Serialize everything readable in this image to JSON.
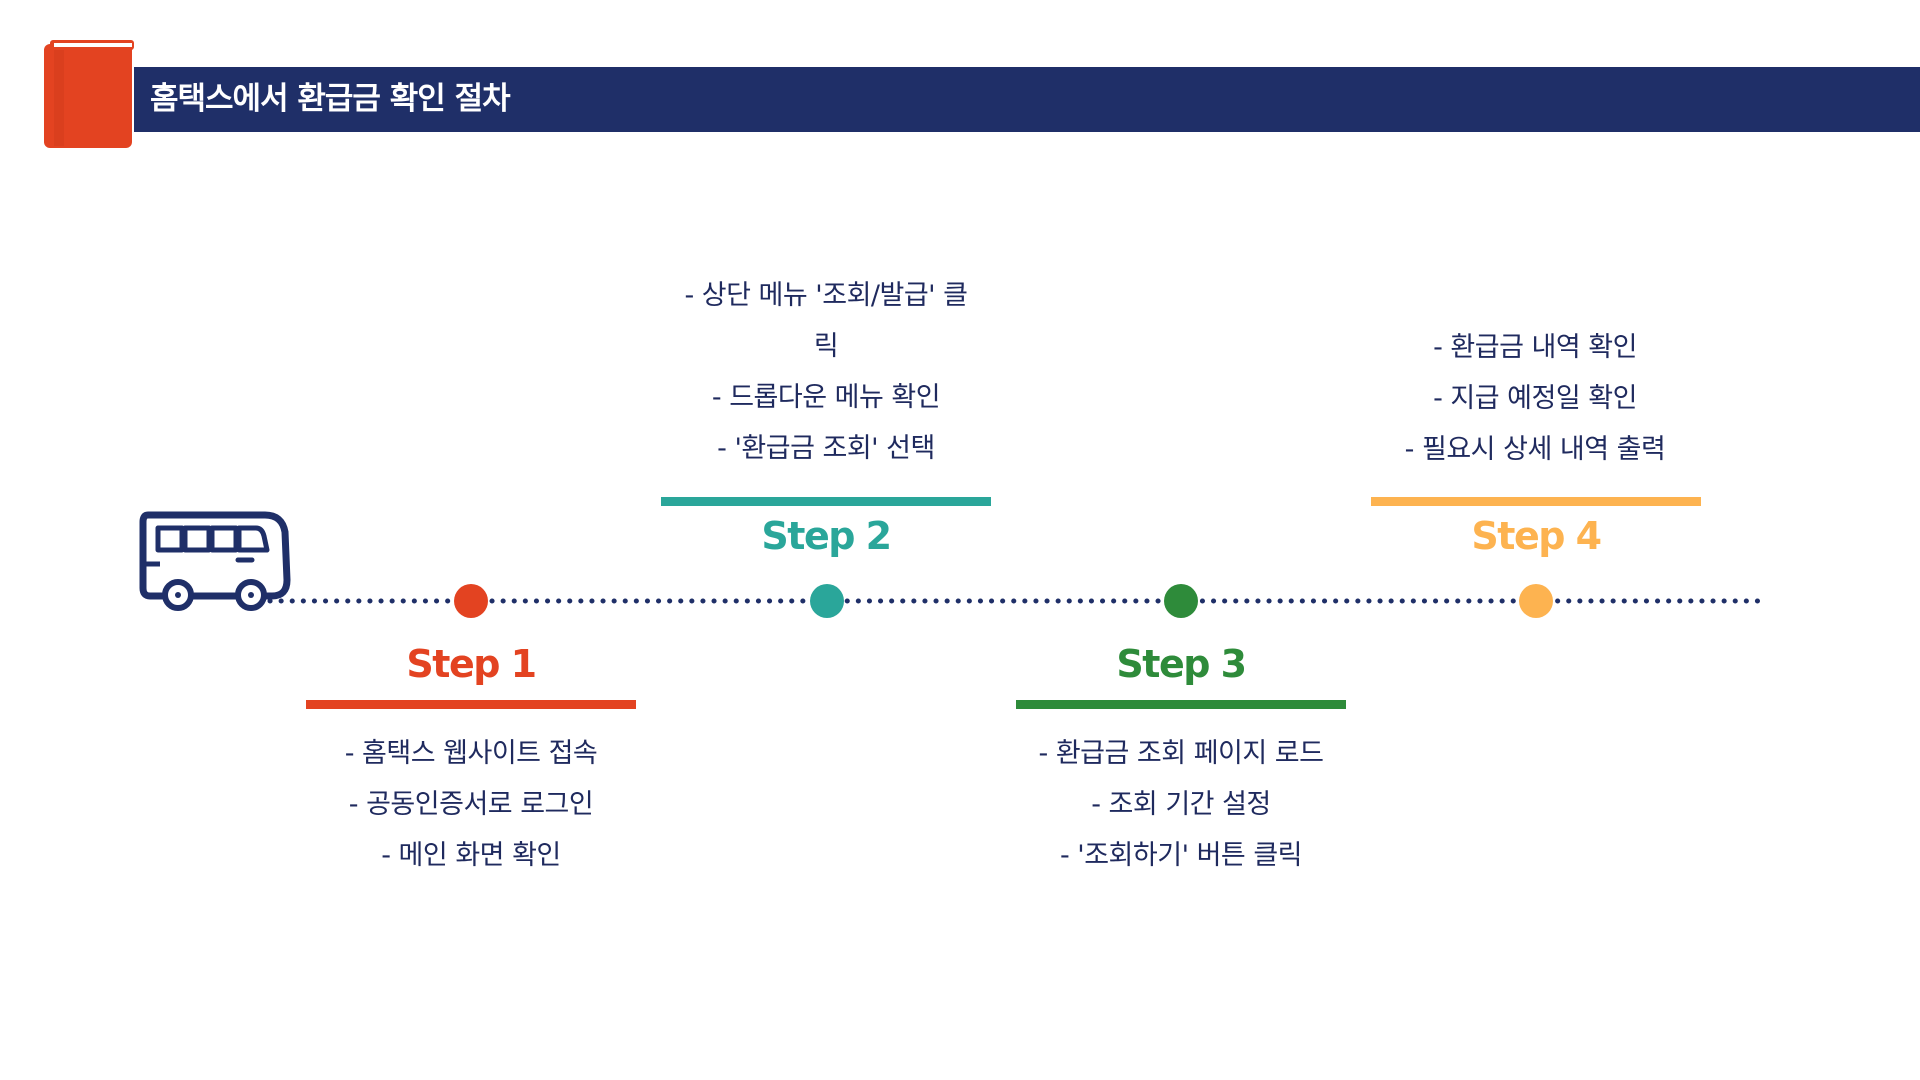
{
  "header": {
    "title": "홈택스에서 환급금 확인 절차"
  },
  "colors": {
    "header_bg": "#1f2f68",
    "book": "#e34321",
    "navy": "#1f2f68",
    "step1": "#e34321",
    "step2": "#2aa69a",
    "step3": "#2e8b3a",
    "step4": "#fdb350",
    "text": "#1f2a5e"
  },
  "icons": {
    "book": "book-icon",
    "bus": "bus-icon"
  },
  "steps": [
    {
      "label": "Step 1",
      "color": "#e34321",
      "items": [
        "- 홈택스 웹사이트 접속",
        "- 공동인증서로 로그인",
        "- 메인 화면 확인"
      ]
    },
    {
      "label": "Step 2",
      "color": "#2aa69a",
      "items": [
        "- 상단 메뉴 '조회/발급' 클",
        "릭",
        "- 드롭다운 메뉴 확인",
        "- '환급금 조회' 선택"
      ]
    },
    {
      "label": "Step 3",
      "color": "#2e8b3a",
      "items": [
        "- 환급금 조회 페이지 로드",
        "- 조회 기간 설정",
        "- '조회하기' 버튼 클릭"
      ]
    },
    {
      "label": "Step 4",
      "color": "#fdb350",
      "items": [
        "- 환급금 내역 확인",
        "- 지급 예정일 확인",
        "- 필요시 상세 내역 출력"
      ]
    }
  ]
}
